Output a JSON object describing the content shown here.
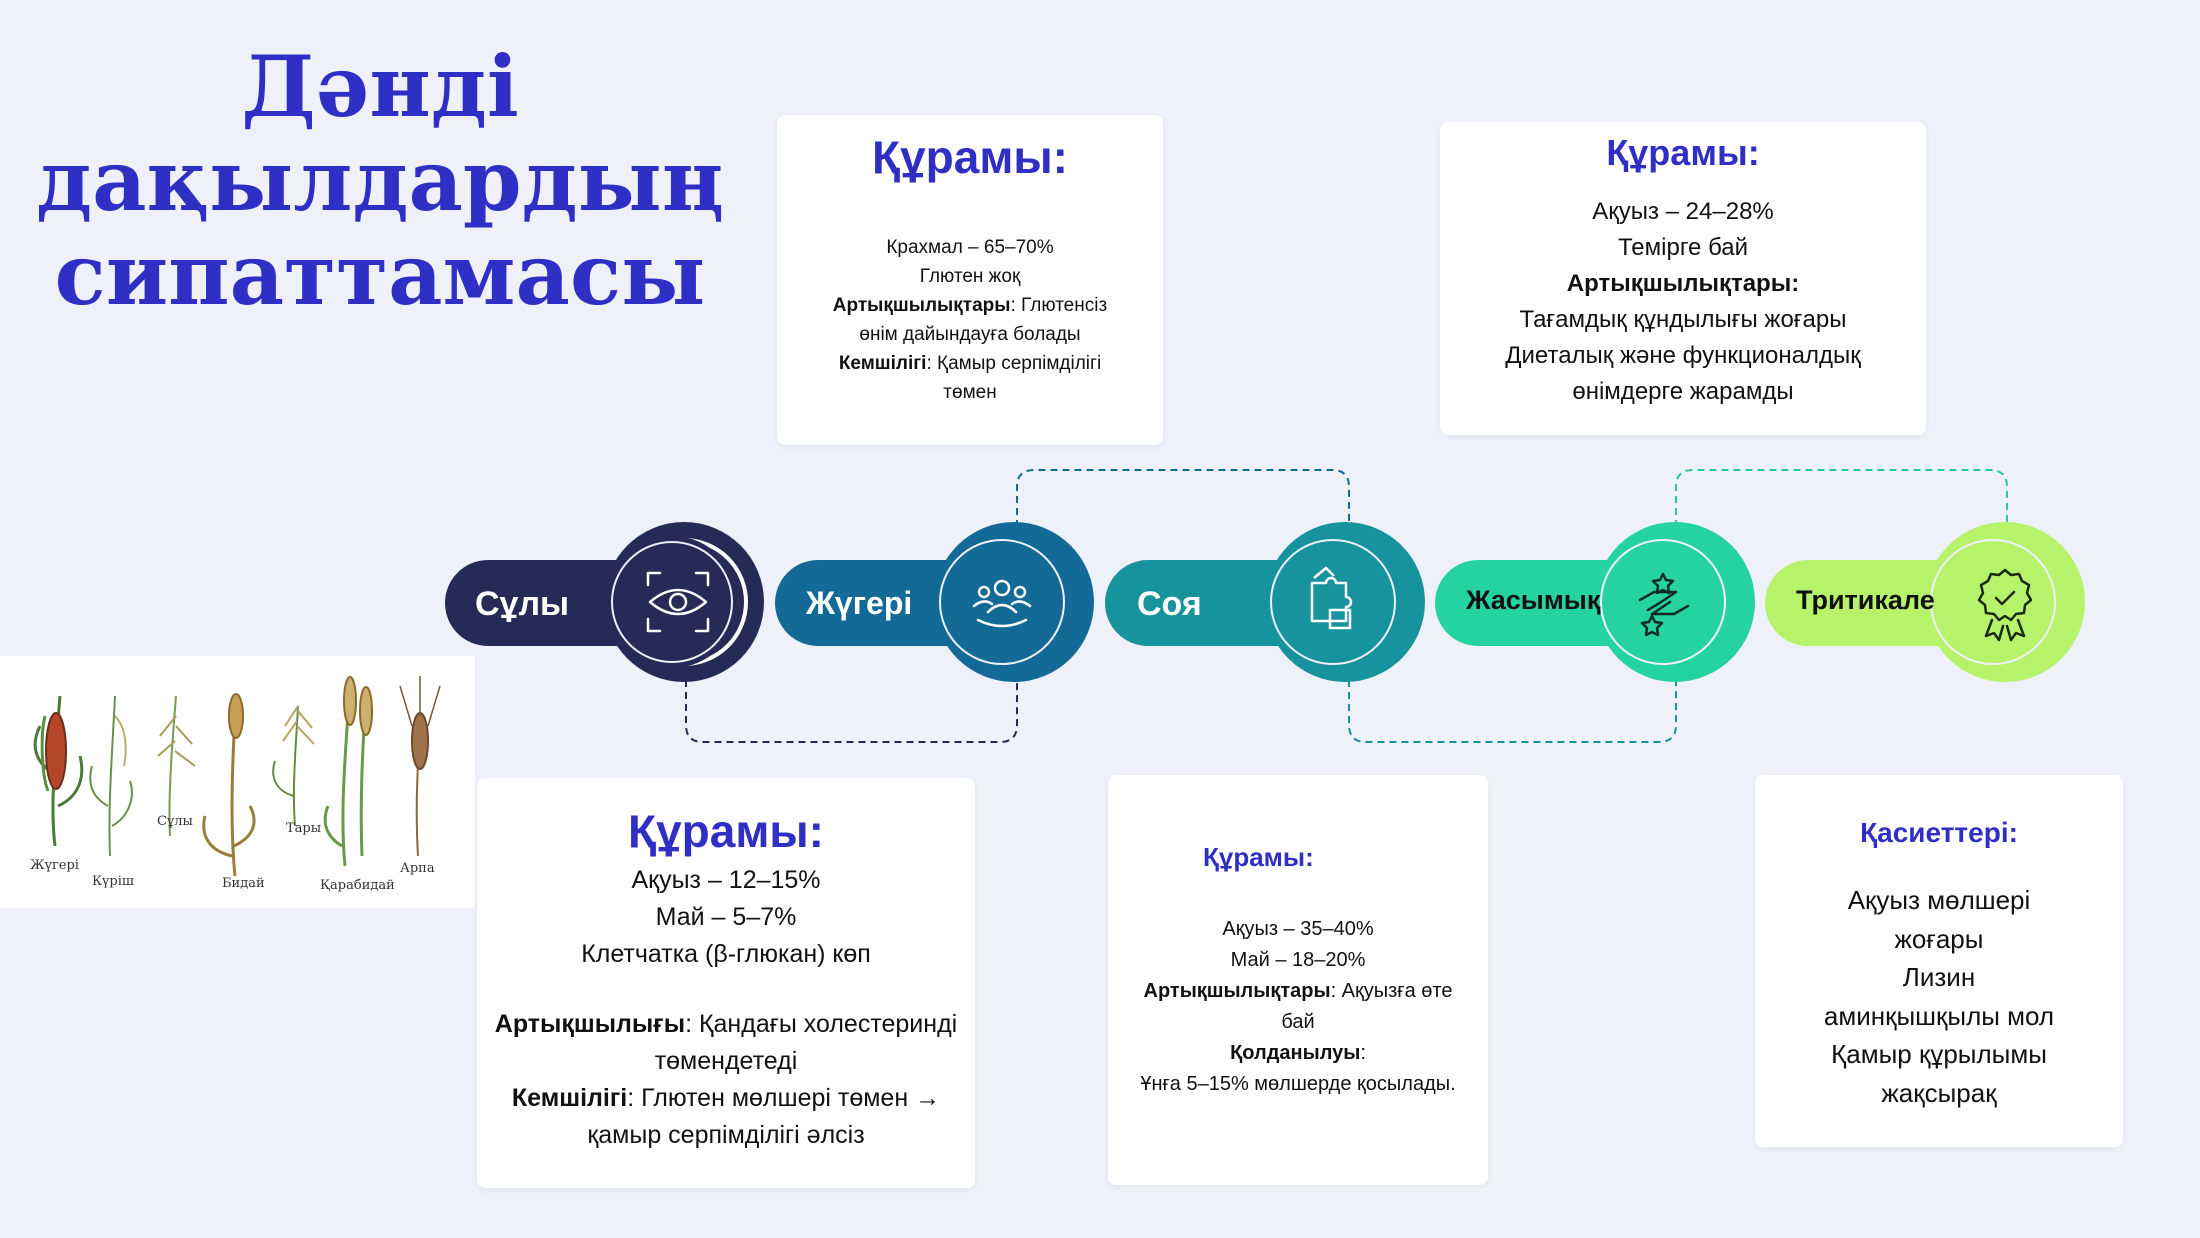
{
  "title": {
    "line1": "Дәнді",
    "line2": "дақылдардың",
    "line3": "сипаттамасы"
  },
  "steps": [
    {
      "label": "Сұлы",
      "color": "#262a57",
      "icon": "eye-icon"
    },
    {
      "label": "Жүгері",
      "color": "#146a96",
      "icon": "group-icon"
    },
    {
      "label": "Соя",
      "color": "#17939d",
      "icon": "puzzle-icon"
    },
    {
      "label": "Жасымық",
      "color": "#25d3a2",
      "icon": "hand-star-icon"
    },
    {
      "label": "Тритикале",
      "color": "#b6f36a",
      "icon": "award-badge-icon"
    }
  ],
  "cards": {
    "zhugeri": {
      "heading": "Құрамы:",
      "l1": "Крахмал – 65–70%",
      "l2": "Глютен жоқ",
      "adv_label": "Артықшылықтары",
      "adv_text": ": Глютенсіз",
      "adv_text2": "өнім дайындауға болады",
      "dis_label": "Кемшілігі",
      "dis_text": ":  Қамыр серпімділігі",
      "dis_text2": "төмен"
    },
    "zhasymyk": {
      "heading": "Құрамы:",
      "l1": "Ақуыз – 24–28%",
      "l2": "Темірге бай",
      "adv_label": "Артықшылықтары:",
      "l3": "Тағамдық құндылығы жоғары",
      "l4": "Диеталық және функционалдық",
      "l5": "өнімдерге жарамды"
    },
    "suly": {
      "heading": "Құрамы:",
      "l1": "Ақуыз – 12–15%",
      "l2": "Май – 5–7%",
      "l3": "Клетчатка (β-глюкан) көп",
      "adv_label": "Артықшылығы",
      "adv_text": ": Қандағы холестеринді",
      "adv_text2": "төмендетеді",
      "dis_label": "Кемшілігі",
      "dis_text": ": Глютен мөлшері төмен →",
      "dis_text2": "қамыр серпімділігі әлсіз"
    },
    "soya": {
      "heading": "Құрамы:",
      "l1": "Ақуыз – 35–40%",
      "l2": "Май – 18–20%",
      "adv_label": "Артықшылықтары",
      "adv_text": ": Ақуызға өте",
      "adv_text2": "бай",
      "use_label": "Қолданылуы",
      "use_text": ":",
      "use_text2": "Ұнға 5–15% мөлшерде қосылады."
    },
    "tritikale": {
      "heading": "Қасиеттері:",
      "l1": "Ақуыз мөлшері",
      "l2": "жоғары",
      "l3": "Лизин",
      "l4": "аминқышқылы мол",
      "l5": "Қамыр құрылымы",
      "l6": "жақсырақ"
    }
  },
  "plants_image": {
    "labels": [
      "Жүгері",
      "Күріш",
      "Сұлы",
      "Бидай",
      "Тары",
      "Қарабидай",
      "Арпа"
    ]
  }
}
